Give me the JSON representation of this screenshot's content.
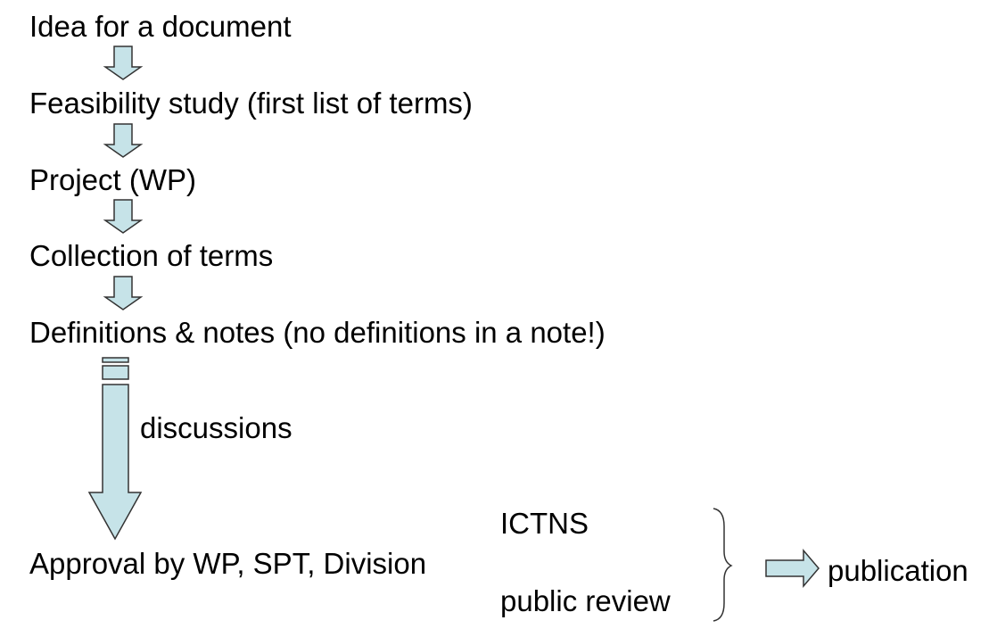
{
  "steps": [
    "Idea for a document",
    "Feasibility study (first list of terms)",
    "Project (WP)",
    "Collection of terms",
    "Definitions & notes (no definitions in a note!)"
  ],
  "long_arrow_label": "discussions",
  "approval": "Approval by WP, SPT, Division",
  "reviews": [
    "ICTNS",
    "public review"
  ],
  "result": "publication",
  "colors": {
    "arrow_fill": "#c6e3e8",
    "arrow_stroke": "#333333",
    "text": "#000000"
  }
}
